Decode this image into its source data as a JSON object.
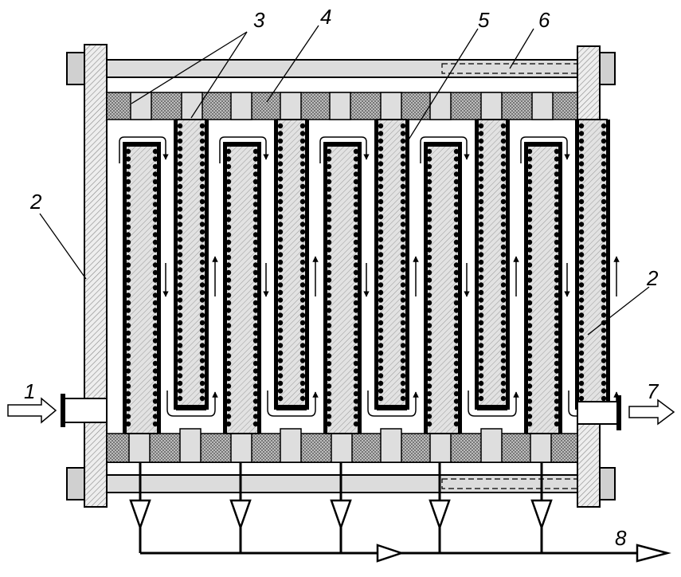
{
  "labels": {
    "l1": "1",
    "l2_left": "2",
    "l2_right": "2",
    "l3": "3",
    "l4": "4",
    "l5": "5",
    "l6": "6",
    "l7": "7",
    "l8": "8"
  },
  "colors": {
    "line": "#000000",
    "frame": "#e6e6e6",
    "bar": "#d4d4d4",
    "gasket": "#a8a8a8",
    "plate": "#d9d9d9"
  }
}
